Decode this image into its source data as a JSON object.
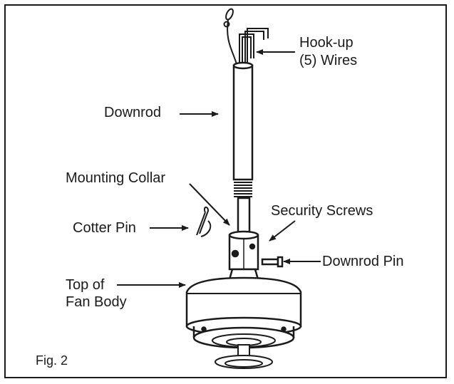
{
  "labels": {
    "hookup_line1": "Hook-up",
    "hookup_line2": "(5) Wires",
    "downrod": "Downrod",
    "mounting_collar": "Mounting Collar",
    "security_screws": "Security Screws",
    "cotter_pin": "Cotter Pin",
    "downrod_pin": "Downrod Pin",
    "top_of_line1": "Top of",
    "top_of_line2": "Fan Body",
    "figure": "Fig. 2"
  },
  "colors": {
    "ink": "#1a1a1a",
    "background": "#ffffff"
  }
}
